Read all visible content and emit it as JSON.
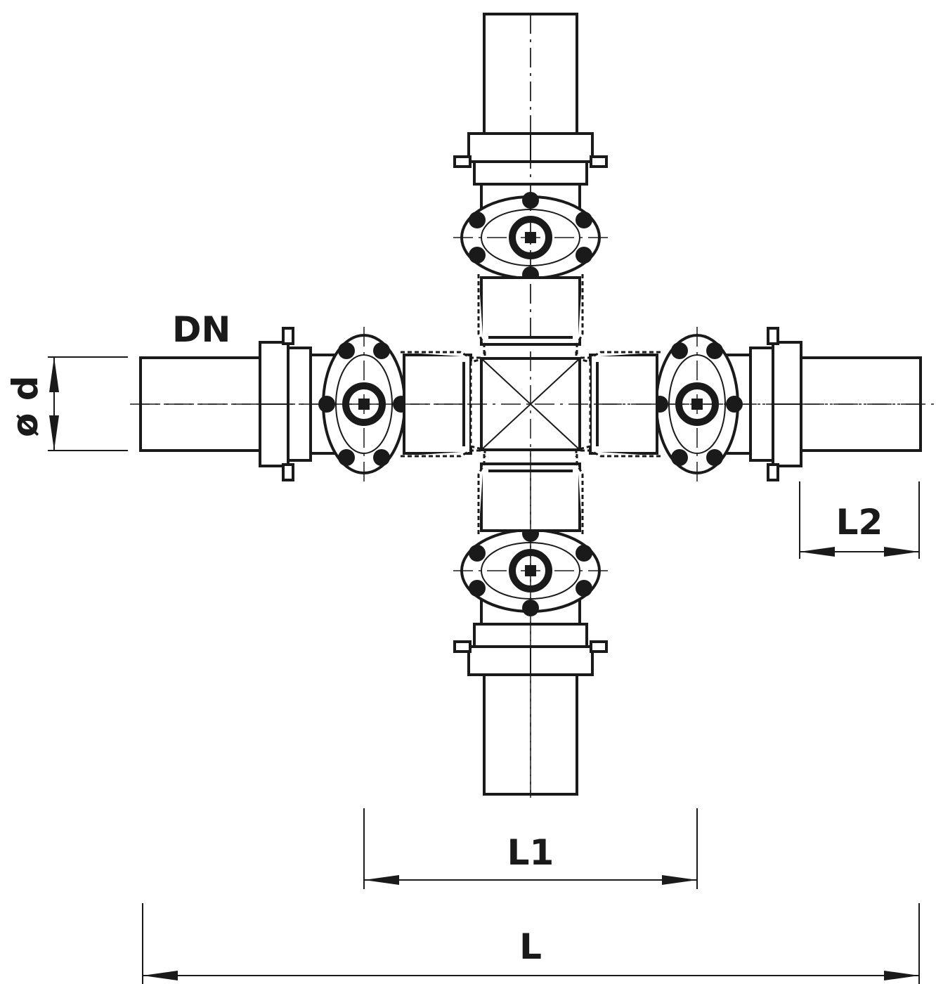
{
  "labels": {
    "nominal_diameter": "DN",
    "outer_diameter": "ø d",
    "length_l2": "L2",
    "length_l1": "L1",
    "length_total": "L"
  },
  "colors": {
    "line": "#1a1a1a",
    "background": "#ffffff"
  }
}
